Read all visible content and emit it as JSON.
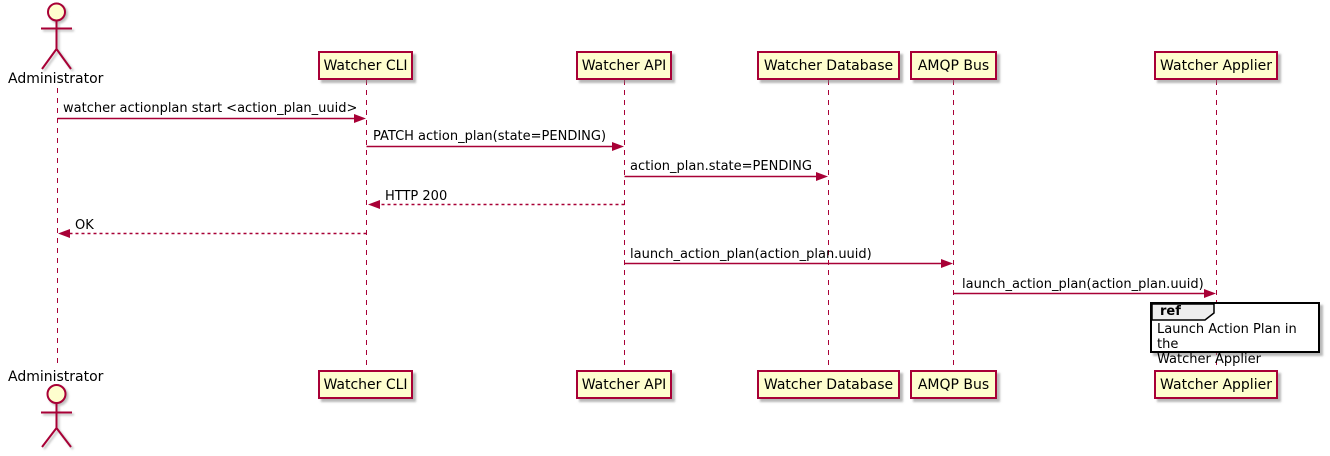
{
  "diagram": {
    "type": "sequence",
    "actor": {
      "name": "Administrator"
    },
    "participants": [
      {
        "label": "Watcher CLI"
      },
      {
        "label": "Watcher API"
      },
      {
        "label": "Watcher Database"
      },
      {
        "label": "AMQP Bus"
      },
      {
        "label": "Watcher Applier"
      }
    ],
    "messages": [
      {
        "from": "Administrator",
        "to": "Watcher CLI",
        "label": "watcher actionplan start <action_plan_uuid>",
        "style": "solid"
      },
      {
        "from": "Watcher CLI",
        "to": "Watcher API",
        "label": "PATCH action_plan(state=PENDING)",
        "style": "solid"
      },
      {
        "from": "Watcher API",
        "to": "Watcher Database",
        "label": "action_plan.state=PENDING",
        "style": "solid"
      },
      {
        "from": "Watcher API",
        "to": "Watcher CLI",
        "label": "HTTP 200",
        "style": "dashed"
      },
      {
        "from": "Watcher CLI",
        "to": "Administrator",
        "label": "OK",
        "style": "dashed"
      },
      {
        "from": "Watcher API",
        "to": "AMQP Bus",
        "label": "launch_action_plan(action_plan.uuid)",
        "style": "solid"
      },
      {
        "from": "AMQP Bus",
        "to": "Watcher Applier",
        "label": "launch_action_plan(action_plan.uuid)",
        "style": "solid"
      }
    ],
    "ref": {
      "tag": "ref",
      "lines": [
        "Launch Action Plan in the",
        "Watcher Applier"
      ]
    },
    "colors": {
      "line": "#A80036",
      "participant_fill": "#FEFECE",
      "participant_border": "#A80036",
      "text": "#000000",
      "ref_border": "#000000",
      "ref_tab_fill": "#EEEEEE",
      "background": "#FFFFFF"
    }
  }
}
